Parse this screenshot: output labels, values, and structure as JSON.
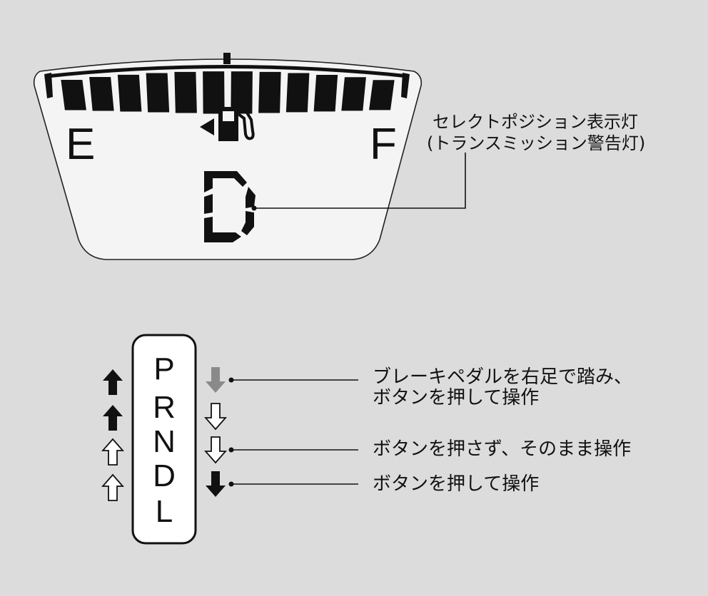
{
  "gauge": {
    "empty_label": "E",
    "full_label": "F",
    "segment_count": 12,
    "fuel_icon": "fuel-pump-icon",
    "fuel_pointer_icon": "triangle-left-icon"
  },
  "indicator": {
    "gear_display": "D",
    "callout_line1": "セレクトポジション表示灯",
    "callout_line2": "(トランスミッション警告灯)"
  },
  "shifter": {
    "positions": [
      "P",
      "R",
      "N",
      "D",
      "L"
    ],
    "up_arrows": [
      {
        "style": "filled",
        "icon": "arrow-up-filled-icon"
      },
      {
        "style": "filled",
        "icon": "arrow-up-filled-icon"
      },
      {
        "style": "outline",
        "icon": "arrow-up-outline-icon"
      },
      {
        "style": "outline",
        "icon": "arrow-up-outline-icon"
      }
    ],
    "down_arrows": [
      {
        "style": "gray",
        "icon": "arrow-down-gray-icon"
      },
      {
        "style": "outline",
        "icon": "arrow-down-outline-icon"
      },
      {
        "style": "outline",
        "icon": "arrow-down-outline-icon"
      },
      {
        "style": "filled",
        "icon": "arrow-down-filled-icon"
      }
    ]
  },
  "legend": {
    "gray_line1": "ブレーキペダルを右足で踏み、",
    "gray_line2": "ボタンを押して操作",
    "outline": "ボタンを押さず、そのまま操作",
    "filled": "ボタンを押して操作"
  },
  "colors": {
    "background": "#dcdcdc",
    "panel_fill": "#f4f4f4",
    "ink": "#111111",
    "gray_arrow": "#8a8a8a"
  }
}
